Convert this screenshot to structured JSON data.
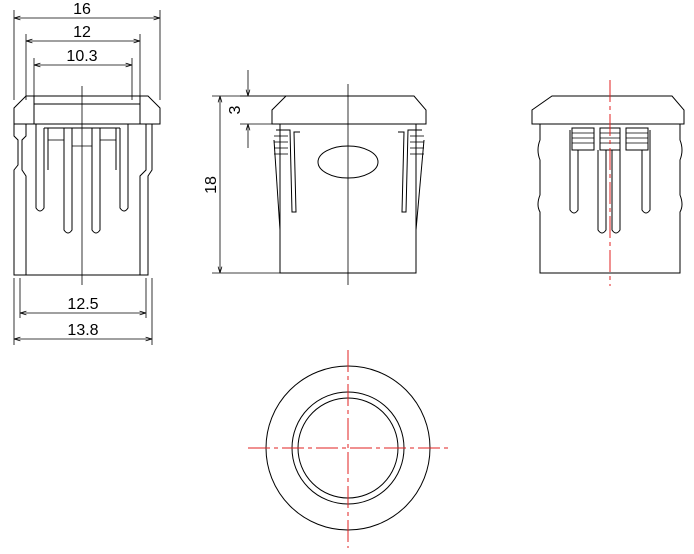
{
  "dimensions": {
    "overall_width": "16",
    "inner_width": "12",
    "slot_width": "10.3",
    "body_width": "12.5",
    "flange_width": "13.8",
    "cap_height": "3",
    "total_height": "18"
  },
  "colors": {
    "line": "#000000",
    "centerline": "#e02020",
    "background": "#ffffff"
  }
}
